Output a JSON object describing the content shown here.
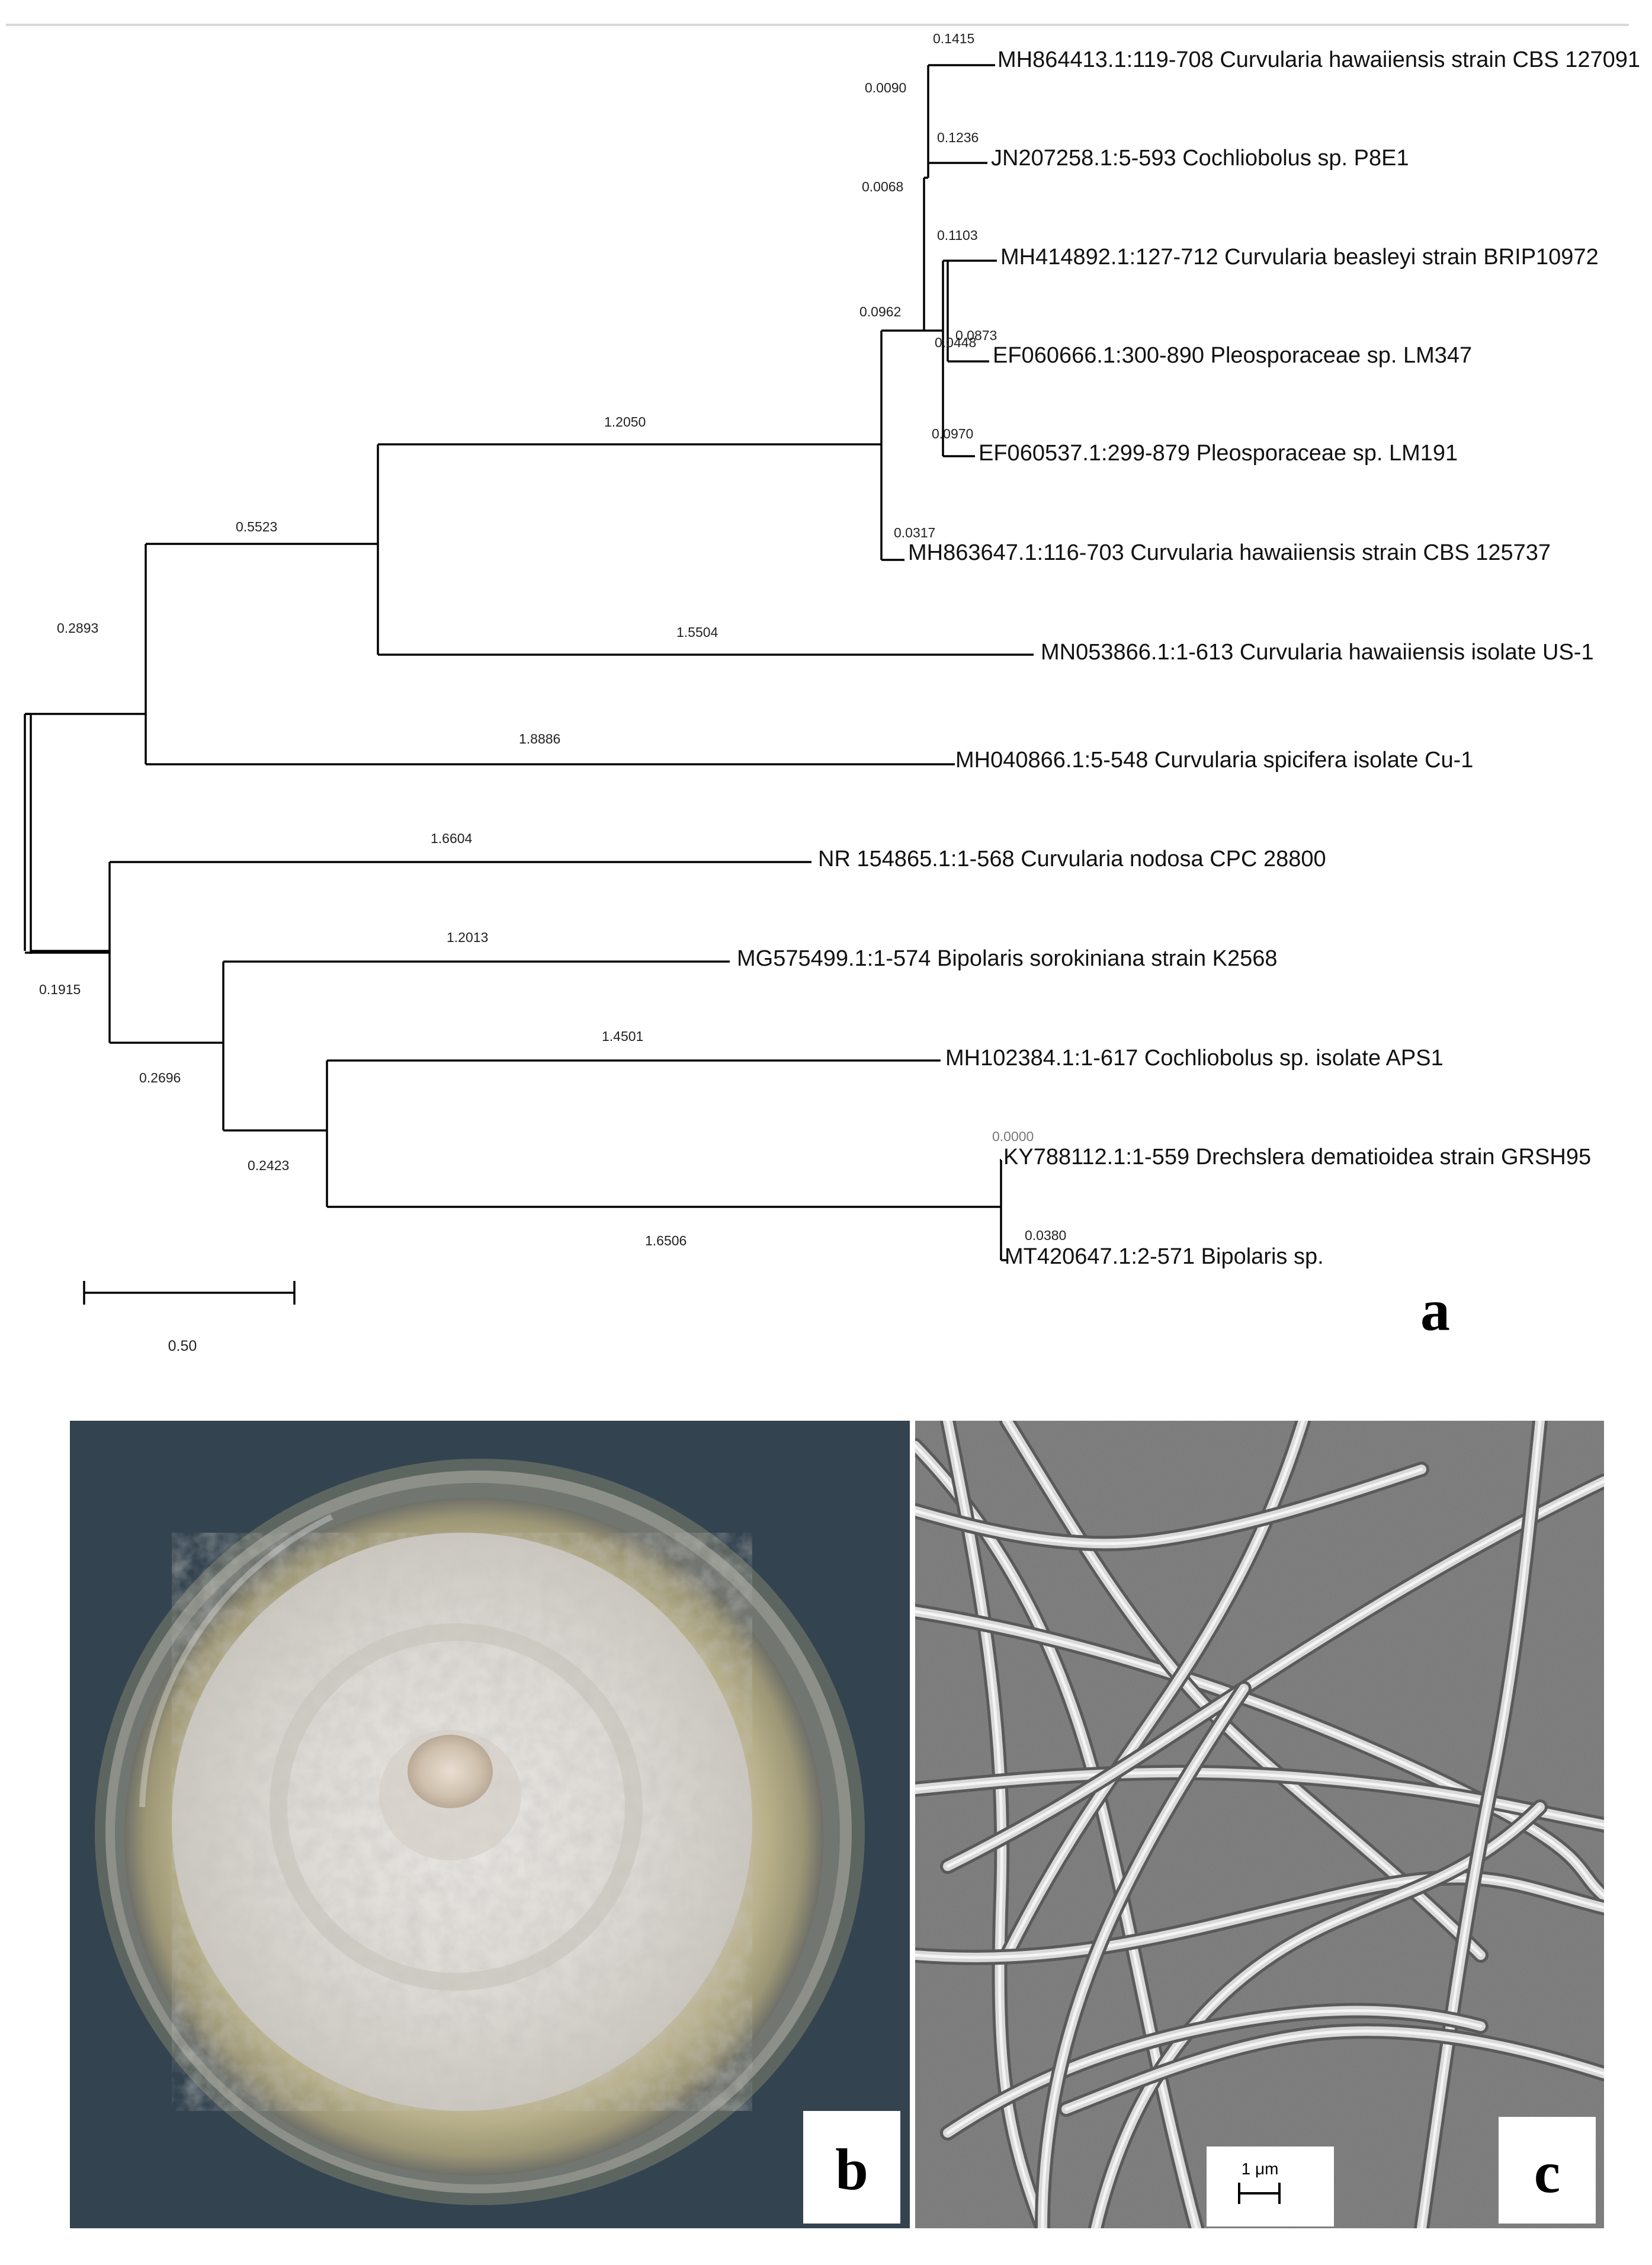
{
  "panels": {
    "a": {
      "label": "a"
    },
    "b": {
      "label": "b"
    },
    "c": {
      "label": "c",
      "scale_bar_label": "1 μm"
    }
  },
  "tree": {
    "scale_label": "0.50",
    "taxa": [
      {
        "id": "t1",
        "label": "MH864413.1:119-708 Curvularia hawaiiensis strain CBS 127091"
      },
      {
        "id": "t2",
        "label": "JN207258.1:5-593 Cochliobolus sp. P8E1"
      },
      {
        "id": "t3",
        "label": "MH414892.1:127-712 Curvularia beasleyi strain BRIP10972"
      },
      {
        "id": "t4",
        "label": "EF060666.1:300-890 Pleosporaceae sp. LM347"
      },
      {
        "id": "t5",
        "label": "EF060537.1:299-879 Pleosporaceae sp. LM191"
      },
      {
        "id": "t6",
        "label": "MH863647.1:116-703 Curvularia hawaiiensis strain CBS 125737"
      },
      {
        "id": "t7",
        "label": "MN053866.1:1-613 Curvularia hawaiiensis isolate US-1"
      },
      {
        "id": "t8",
        "label": "MH040866.1:5-548 Curvularia spicifera isolate Cu-1"
      },
      {
        "id": "t9",
        "label": "NR 154865.1:1-568 Curvularia nodosa CPC 28800"
      },
      {
        "id": "t10",
        "label": "MG575499.1:1-574 Bipolaris sorokiniana strain K2568"
      },
      {
        "id": "t11",
        "label": "MH102384.1:1-617 Cochliobolus sp. isolate APS1"
      },
      {
        "id": "t12",
        "label": "KY788112.1:1-559 Drechslera dematioidea strain GRSH95"
      },
      {
        "id": "t13",
        "label": "MT420647.1:2-571 Bipolaris sp."
      }
    ],
    "branch_lengths": [
      "0.1415",
      "0.0090",
      "0.1236",
      "0.0068",
      "0.1103",
      "0.0873",
      "0.0448",
      "0.0962",
      "0.0970",
      "0.0317",
      "1.2050",
      "0.5523",
      "1.5504",
      "0.2893",
      "1.8886",
      "1.6604",
      "0.1915",
      "1.2013",
      "0.2696",
      "1.4501",
      "0.0000",
      "0.2423",
      "0.0380",
      "1.6506"
    ]
  }
}
